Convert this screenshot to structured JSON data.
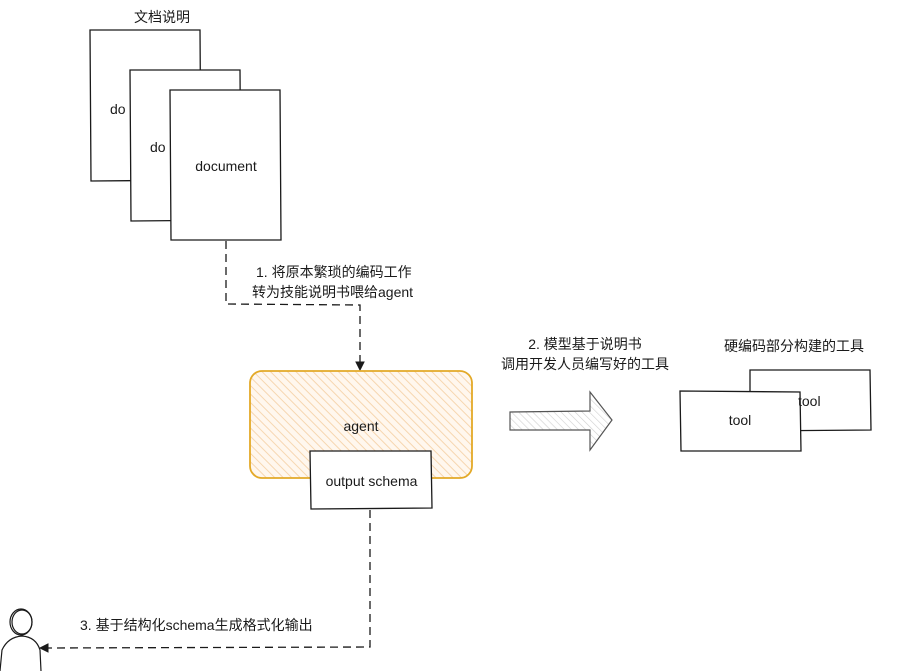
{
  "diagram": {
    "docs_group_label": "文档说明",
    "documents": [
      {
        "label": "do"
      },
      {
        "label": "do"
      },
      {
        "label": "document"
      }
    ],
    "step1": {
      "line1": "1. 将原本繁琐的编码工作",
      "line2": "转为技能说明书喂给agent"
    },
    "agent": {
      "label": "agent",
      "schema_label": "output schema",
      "fill_color": "#fbe0c0",
      "stroke_color": "#e3a927"
    },
    "step2": {
      "line1": "2. 模型基于说明书",
      "line2": "调用开发人员编写好的工具"
    },
    "tools_group_label": "硬编码部分构建的工具",
    "tools": [
      {
        "label": "tool"
      },
      {
        "label": "tool"
      }
    ],
    "step3": {
      "label": "3. 基于结构化schema生成格式化输出"
    },
    "user": {
      "icon": "user-icon"
    }
  }
}
